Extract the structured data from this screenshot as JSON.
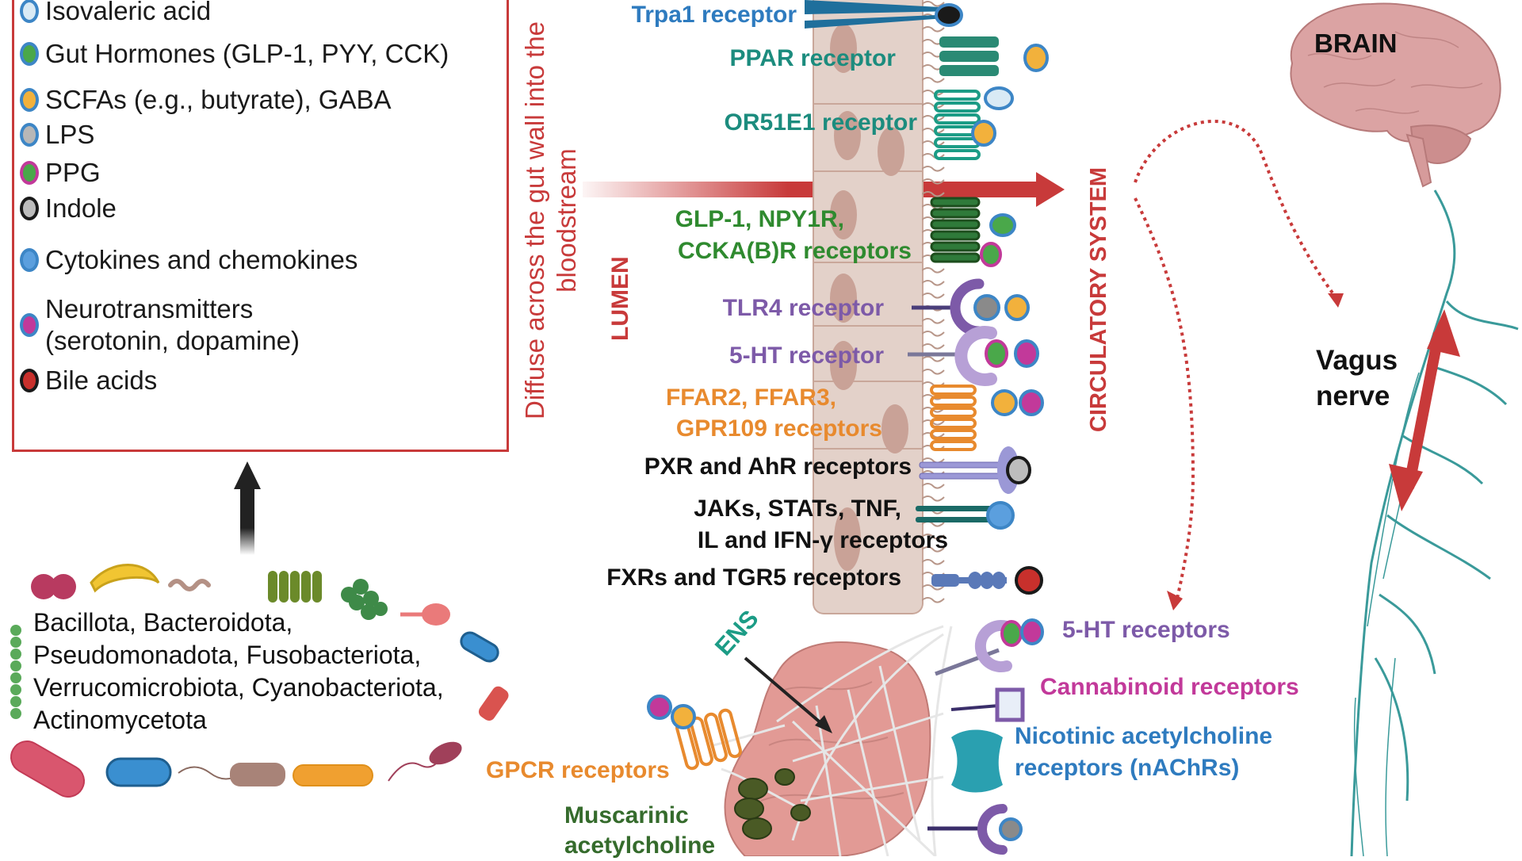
{
  "legend": {
    "items": [
      {
        "label": "Isovaleric acid",
        "fill": "#d9eaf5",
        "border": "#3d86c6"
      },
      {
        "label": "Gut Hormones (GLP-1, PYY, CCK)",
        "fill": "#4aa84a",
        "border": "#3d86c6"
      },
      {
        "label": "SCFAs (e.g., butyrate), GABA",
        "fill": "#f2b13c",
        "border": "#3d86c6"
      },
      {
        "label": "LPS",
        "fill": "#b7b7b7",
        "border": "#3d86c6"
      },
      {
        "label": "PPG",
        "fill": "#4aa84a",
        "border": "#c2399a"
      },
      {
        "label": "Indole",
        "fill": "#bdbdbd",
        "border": "#1a1a1a"
      },
      {
        "label": "Cytokines and chemokines",
        "fill": "#5b9fde",
        "border": "#3d86c6"
      },
      {
        "label": "Neurotransmitters\n(serotonin, dopamine)",
        "fill": "#c2399a",
        "border": "#3d86c6"
      },
      {
        "label": "Bile acids",
        "fill": "#c8302c",
        "border": "#1a1a1a"
      }
    ]
  },
  "labels": {
    "diffuse": "Diffuse across the gut wall into the",
    "diffuse2": "bloodstream",
    "lumen": "LUMEN",
    "circulatory": "CIRCULATORY SYSTEM",
    "brain": "BRAIN",
    "vagus1": "Vagus",
    "vagus2": "nerve",
    "ens": "ENS"
  },
  "receptors": [
    {
      "label": "Trpa1 receptor",
      "color": "#2e7bbf"
    },
    {
      "label": "PPAR receptor",
      "color": "#1c8c7e"
    },
    {
      "label": "OR51E1 receptor",
      "color": "#1c8c7e"
    },
    {
      "label": "GLP-1, NPY1R,",
      "color": "#2f8a2f"
    },
    {
      "label": "CCKA(B)R receptors",
      "color": "#2f8a2f"
    },
    {
      "label": "TLR4 receptor",
      "color": "#7d5aa8"
    },
    {
      "label": "5-HT receptor",
      "color": "#7d5aa8"
    },
    {
      "label": "FFAR2, FFAR3,",
      "color": "#e88a2e"
    },
    {
      "label": "GPR109 receptors",
      "color": "#e88a2e"
    },
    {
      "label": "PXR and AhR receptors",
      "color": "#111111"
    },
    {
      "label": "JAKs, STATs, TNF,",
      "color": "#111111"
    },
    {
      "label": "IL and IFN-γ receptors",
      "color": "#111111"
    },
    {
      "label": "FXRs and TGR5 receptors",
      "color": "#111111"
    }
  ],
  "ens_receptors": [
    {
      "label": "5-HT receptors",
      "color": "#7d5aa8"
    },
    {
      "label": "Cannabinoid receptors",
      "color": "#c2399a"
    },
    {
      "label": "Nicotinic acetylcholine",
      "color": "#2e7bbf"
    },
    {
      "label": "receptors (nAChRs)",
      "color": "#2e7bbf"
    },
    {
      "label": "GPCR receptors",
      "color": "#e88a2e"
    },
    {
      "label": "Muscarinic",
      "color": "#356b2c"
    },
    {
      "label": "acetylcholine",
      "color": "#356b2c"
    }
  ],
  "bacteria": {
    "lines": [
      "Bacillota, Bacteroidota,",
      "Pseudomonadota,  Fusobacteriota,",
      "Verrucomicrobiota, Cyanobacteriota,",
      "Actinomycetota"
    ]
  },
  "colors": {
    "accent_red": "#c83a3a",
    "wall": "#e3d1c9",
    "nerve": "#3a9a9a",
    "brain": "#d9a0a0"
  }
}
